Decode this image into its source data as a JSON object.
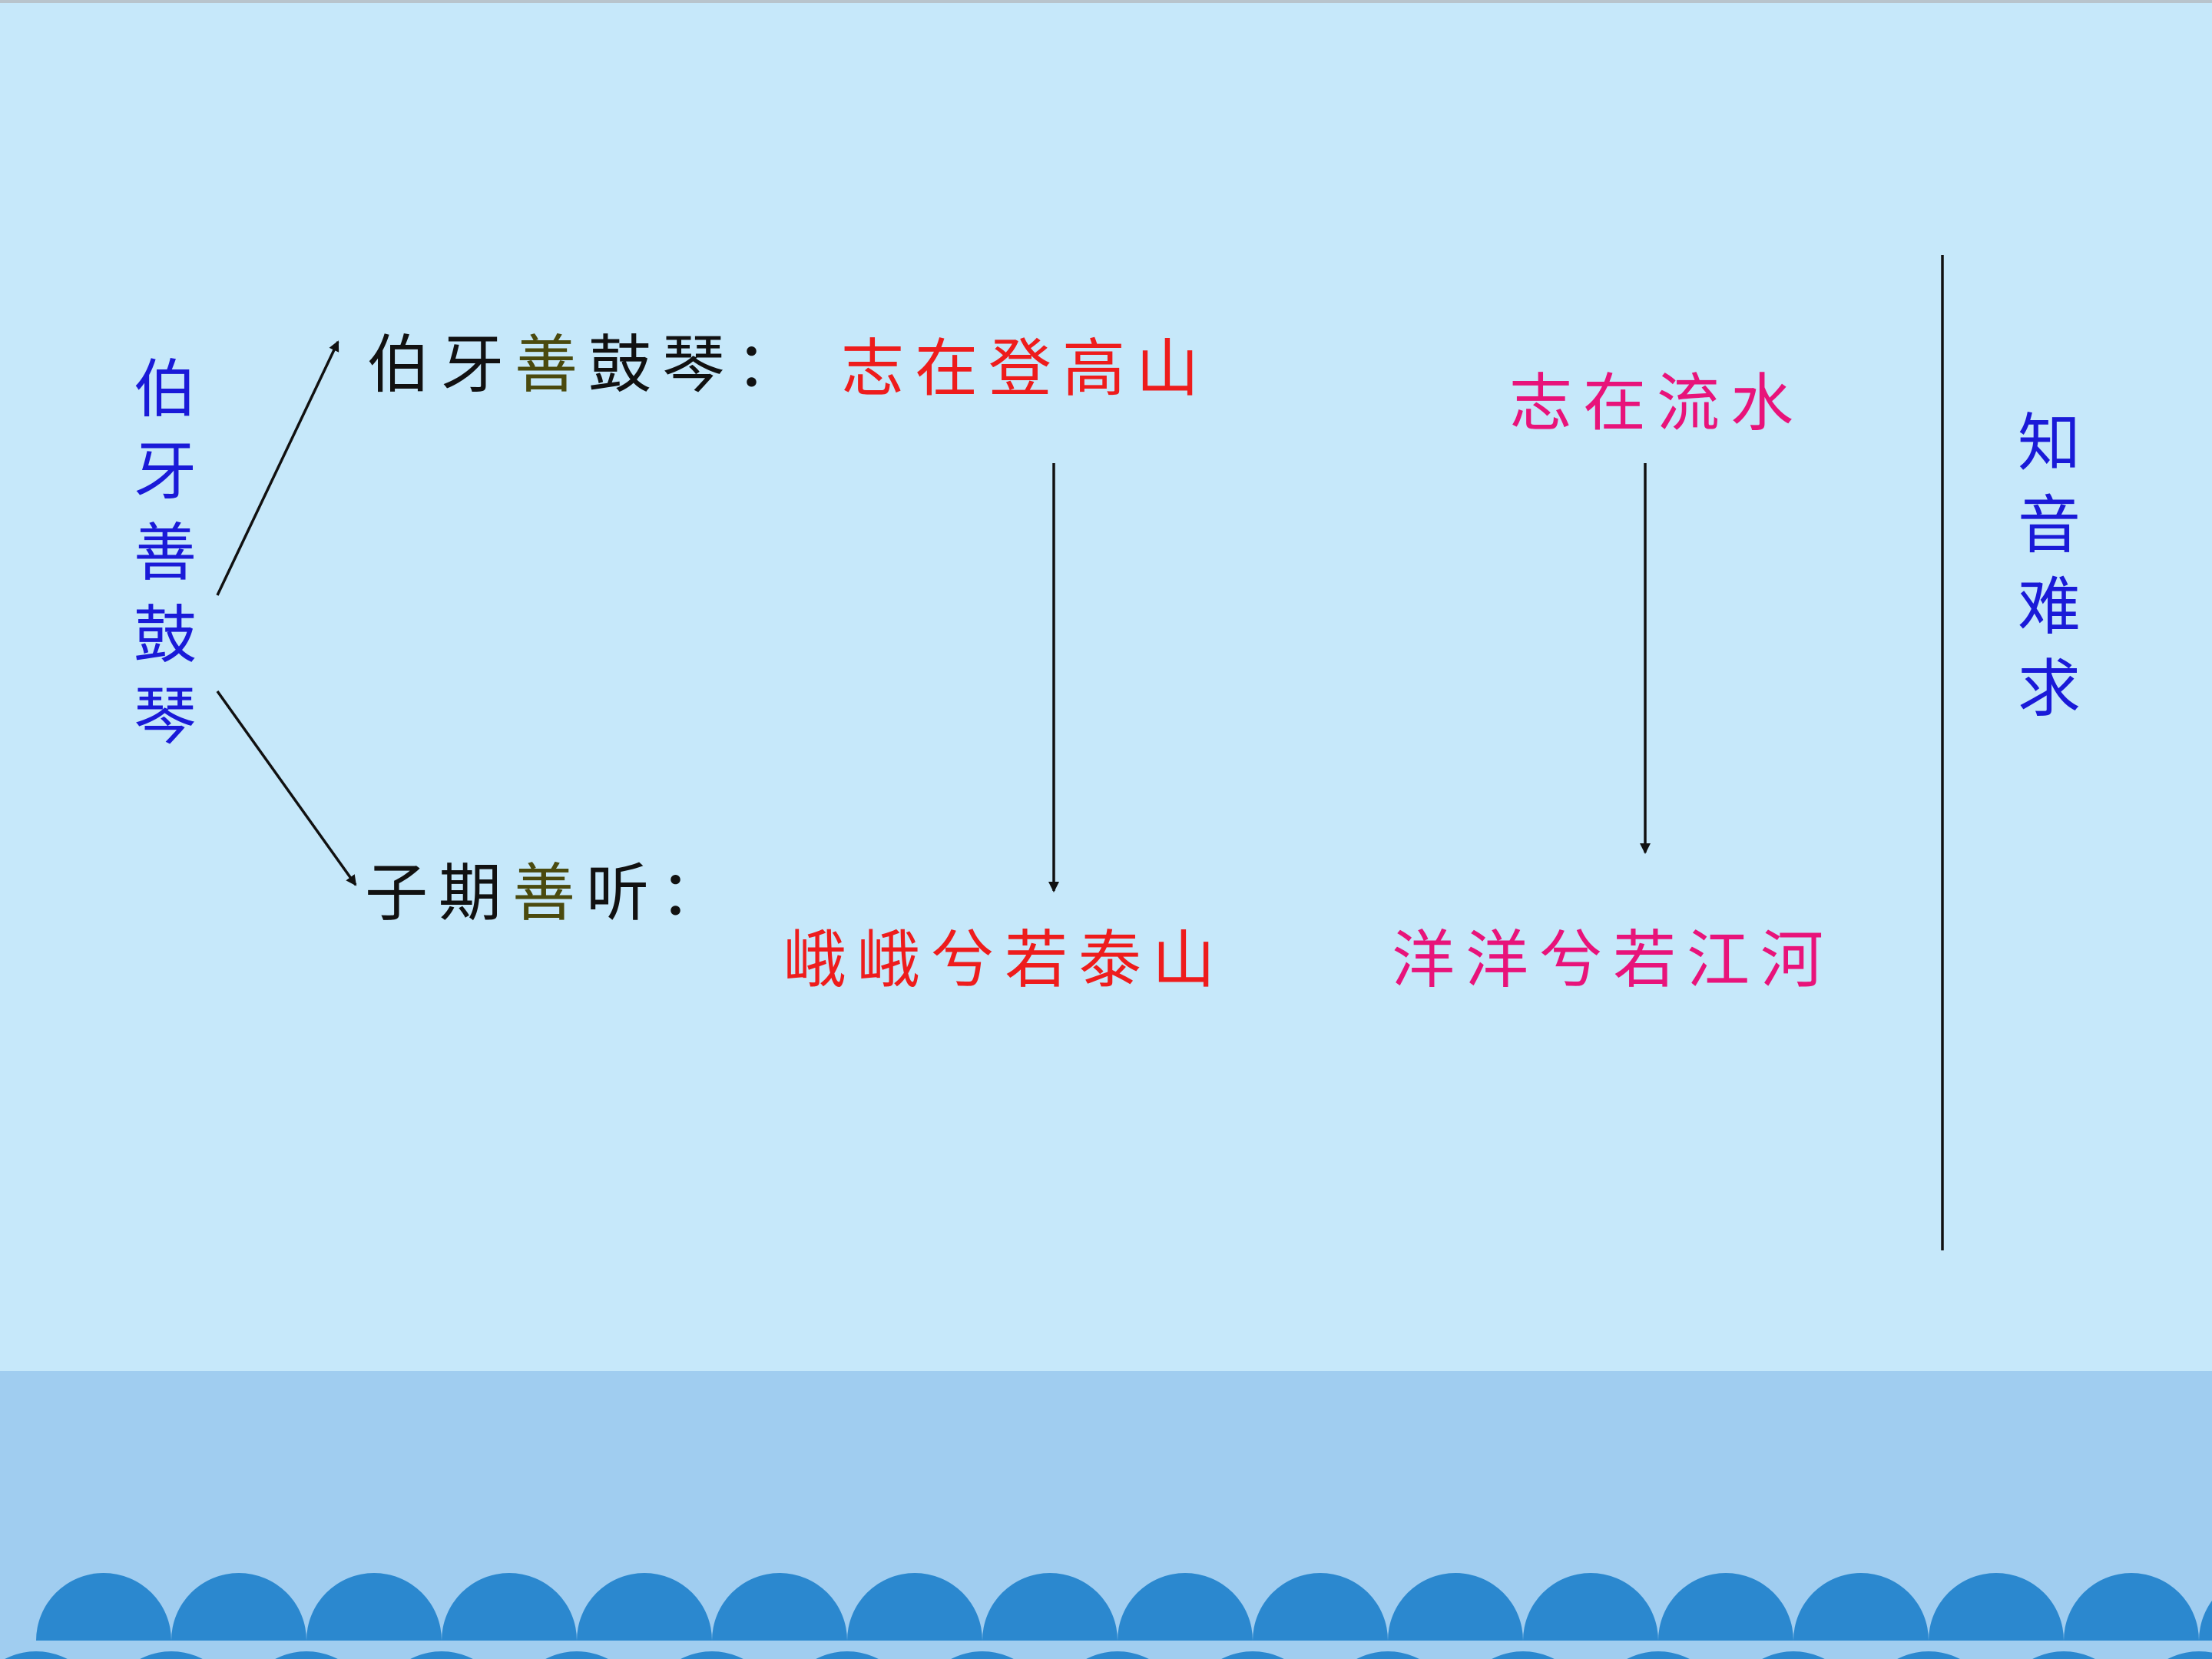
{
  "left_label": "伯牙善鼓琴",
  "right_label": "知音难求",
  "boya": {
    "prefix": "伯牙",
    "emphasis": "善",
    "suffix": "鼓琴："
  },
  "ziqi": {
    "prefix": "子期",
    "emphasis": "善",
    "suffix": "听："
  },
  "mountain": {
    "intent": "志在登高山",
    "response": "峨峨兮若泰山"
  },
  "water": {
    "intent": "志在流水",
    "response": "洋洋兮若江河"
  },
  "colors": {
    "background": "#c6e8fa",
    "band": "#a0cdf0",
    "waves": "#2b88cf",
    "blue_text": "#1a1ad8",
    "red_text": "#ee1c1c",
    "pink_text": "#e8137a",
    "emphasis_text": "#4a4a0e"
  }
}
